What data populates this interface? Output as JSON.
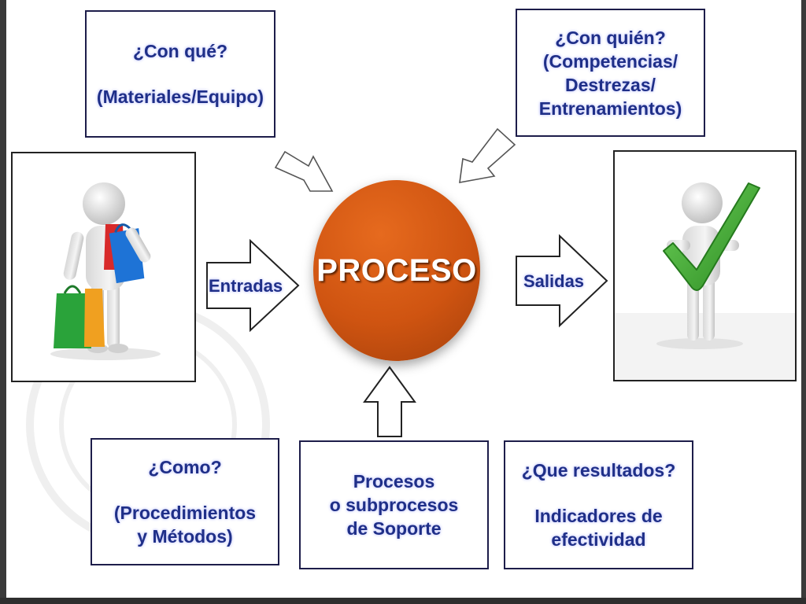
{
  "center": {
    "label": "PROCESO"
  },
  "boxes": {
    "con_que": {
      "line1": "¿Con qué?",
      "line2": "(Materiales/Equipo)"
    },
    "con_quien": {
      "line1": "¿Con quién?",
      "line2": "(Competencias/",
      "line3": "Destrezas/",
      "line4": "Entrenamientos)"
    },
    "como": {
      "line1": "¿Como?",
      "line2": "(Procedimientos",
      "line3": "y Métodos)"
    },
    "soporte": {
      "line1": "Procesos",
      "line2": "o subprocesos",
      "line3": "de Soporte"
    },
    "resultados": {
      "line1": "¿Que resultados?",
      "line2": "Indicadores de",
      "line3": "efectividad"
    }
  },
  "arrows": {
    "entradas": "Entradas",
    "salidas": "Salidas"
  },
  "images": {
    "left": {
      "icon": "person-shopping-bags-icon"
    },
    "right": {
      "icon": "person-checkmark-icon"
    }
  },
  "colors": {
    "box_text": "#1f2f88",
    "circle": "#cf5411",
    "checkmark": "#3aa02e"
  }
}
